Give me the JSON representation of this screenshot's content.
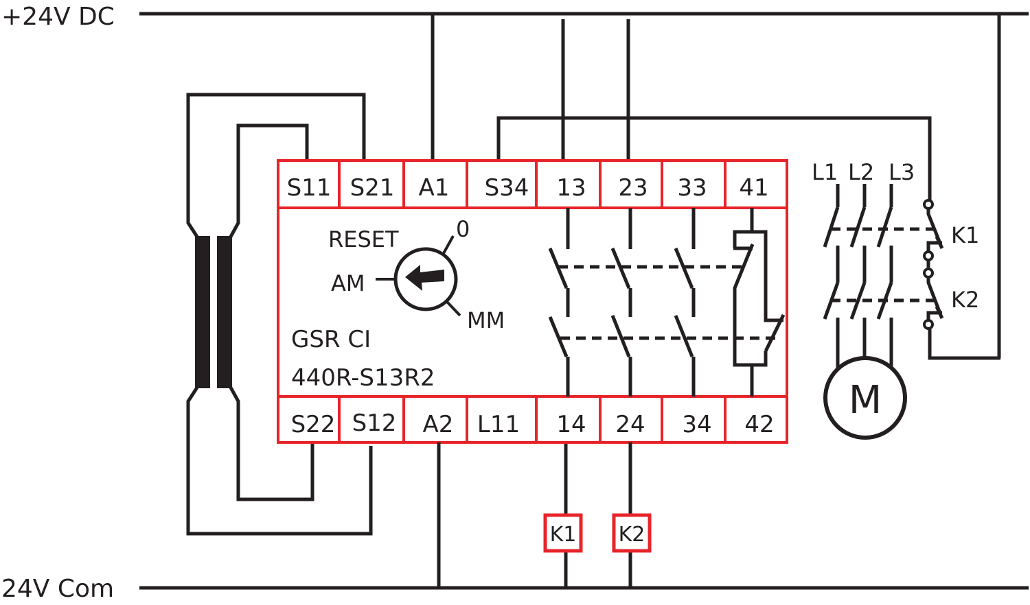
{
  "title": "GSR CI 440R-S13R2 safety relay wiring diagram",
  "rails": {
    "positive": "+24V DC",
    "common": "24V Com"
  },
  "relay": {
    "name": "GSR CI",
    "model": "440R-S13R2",
    "top_terminals": [
      "S11",
      "S21",
      "A1",
      "S34",
      "13",
      "23",
      "33",
      "41"
    ],
    "bottom_terminals": [
      "S22",
      "S12",
      "A2",
      "L11",
      "14",
      "24",
      "34",
      "42"
    ],
    "selector": {
      "reset_label": "RESET",
      "positions": [
        "0",
        "AM",
        "MM"
      ],
      "selected": "AM"
    }
  },
  "contactors": {
    "coils": [
      "K1",
      "K2"
    ],
    "phases": [
      "L1",
      "L2",
      "L3"
    ],
    "aux_labels": [
      "K1",
      "K2"
    ],
    "motor": "M"
  },
  "colors": {
    "relay_outline": "#e8242b",
    "wire": "#231f20"
  }
}
